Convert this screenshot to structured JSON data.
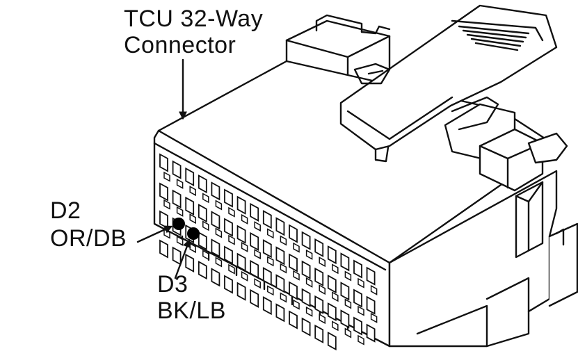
{
  "callouts": {
    "connector_title_line1": "TCU 32-Way",
    "connector_title_line2": "Connector",
    "pin_d2_id": "D2",
    "pin_d2_color": "OR/DB",
    "pin_d3_id": "D3",
    "pin_d3_color": "BK/LB"
  },
  "colors": {
    "ink": "#111111",
    "background": "#ffffff",
    "highlighted_cavity": "#000000"
  },
  "icons": [
    "arrow-icon"
  ]
}
